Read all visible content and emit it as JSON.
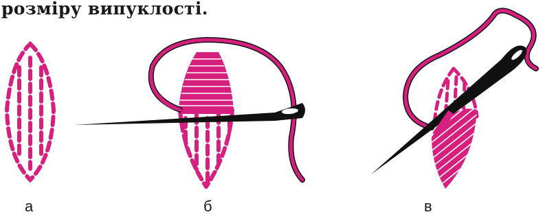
{
  "caption": "розміру випуклості.",
  "labels": {
    "a": "а",
    "b": "б",
    "c": "в"
  },
  "colors": {
    "thread": "#d6207f",
    "needle": "#111111",
    "outline": "#111111",
    "background": "#ffffff"
  },
  "icons": [
    "stitch-outline-pattern",
    "satin-stitch-with-needle",
    "diagonal-satin-stitch-with-needle"
  ]
}
